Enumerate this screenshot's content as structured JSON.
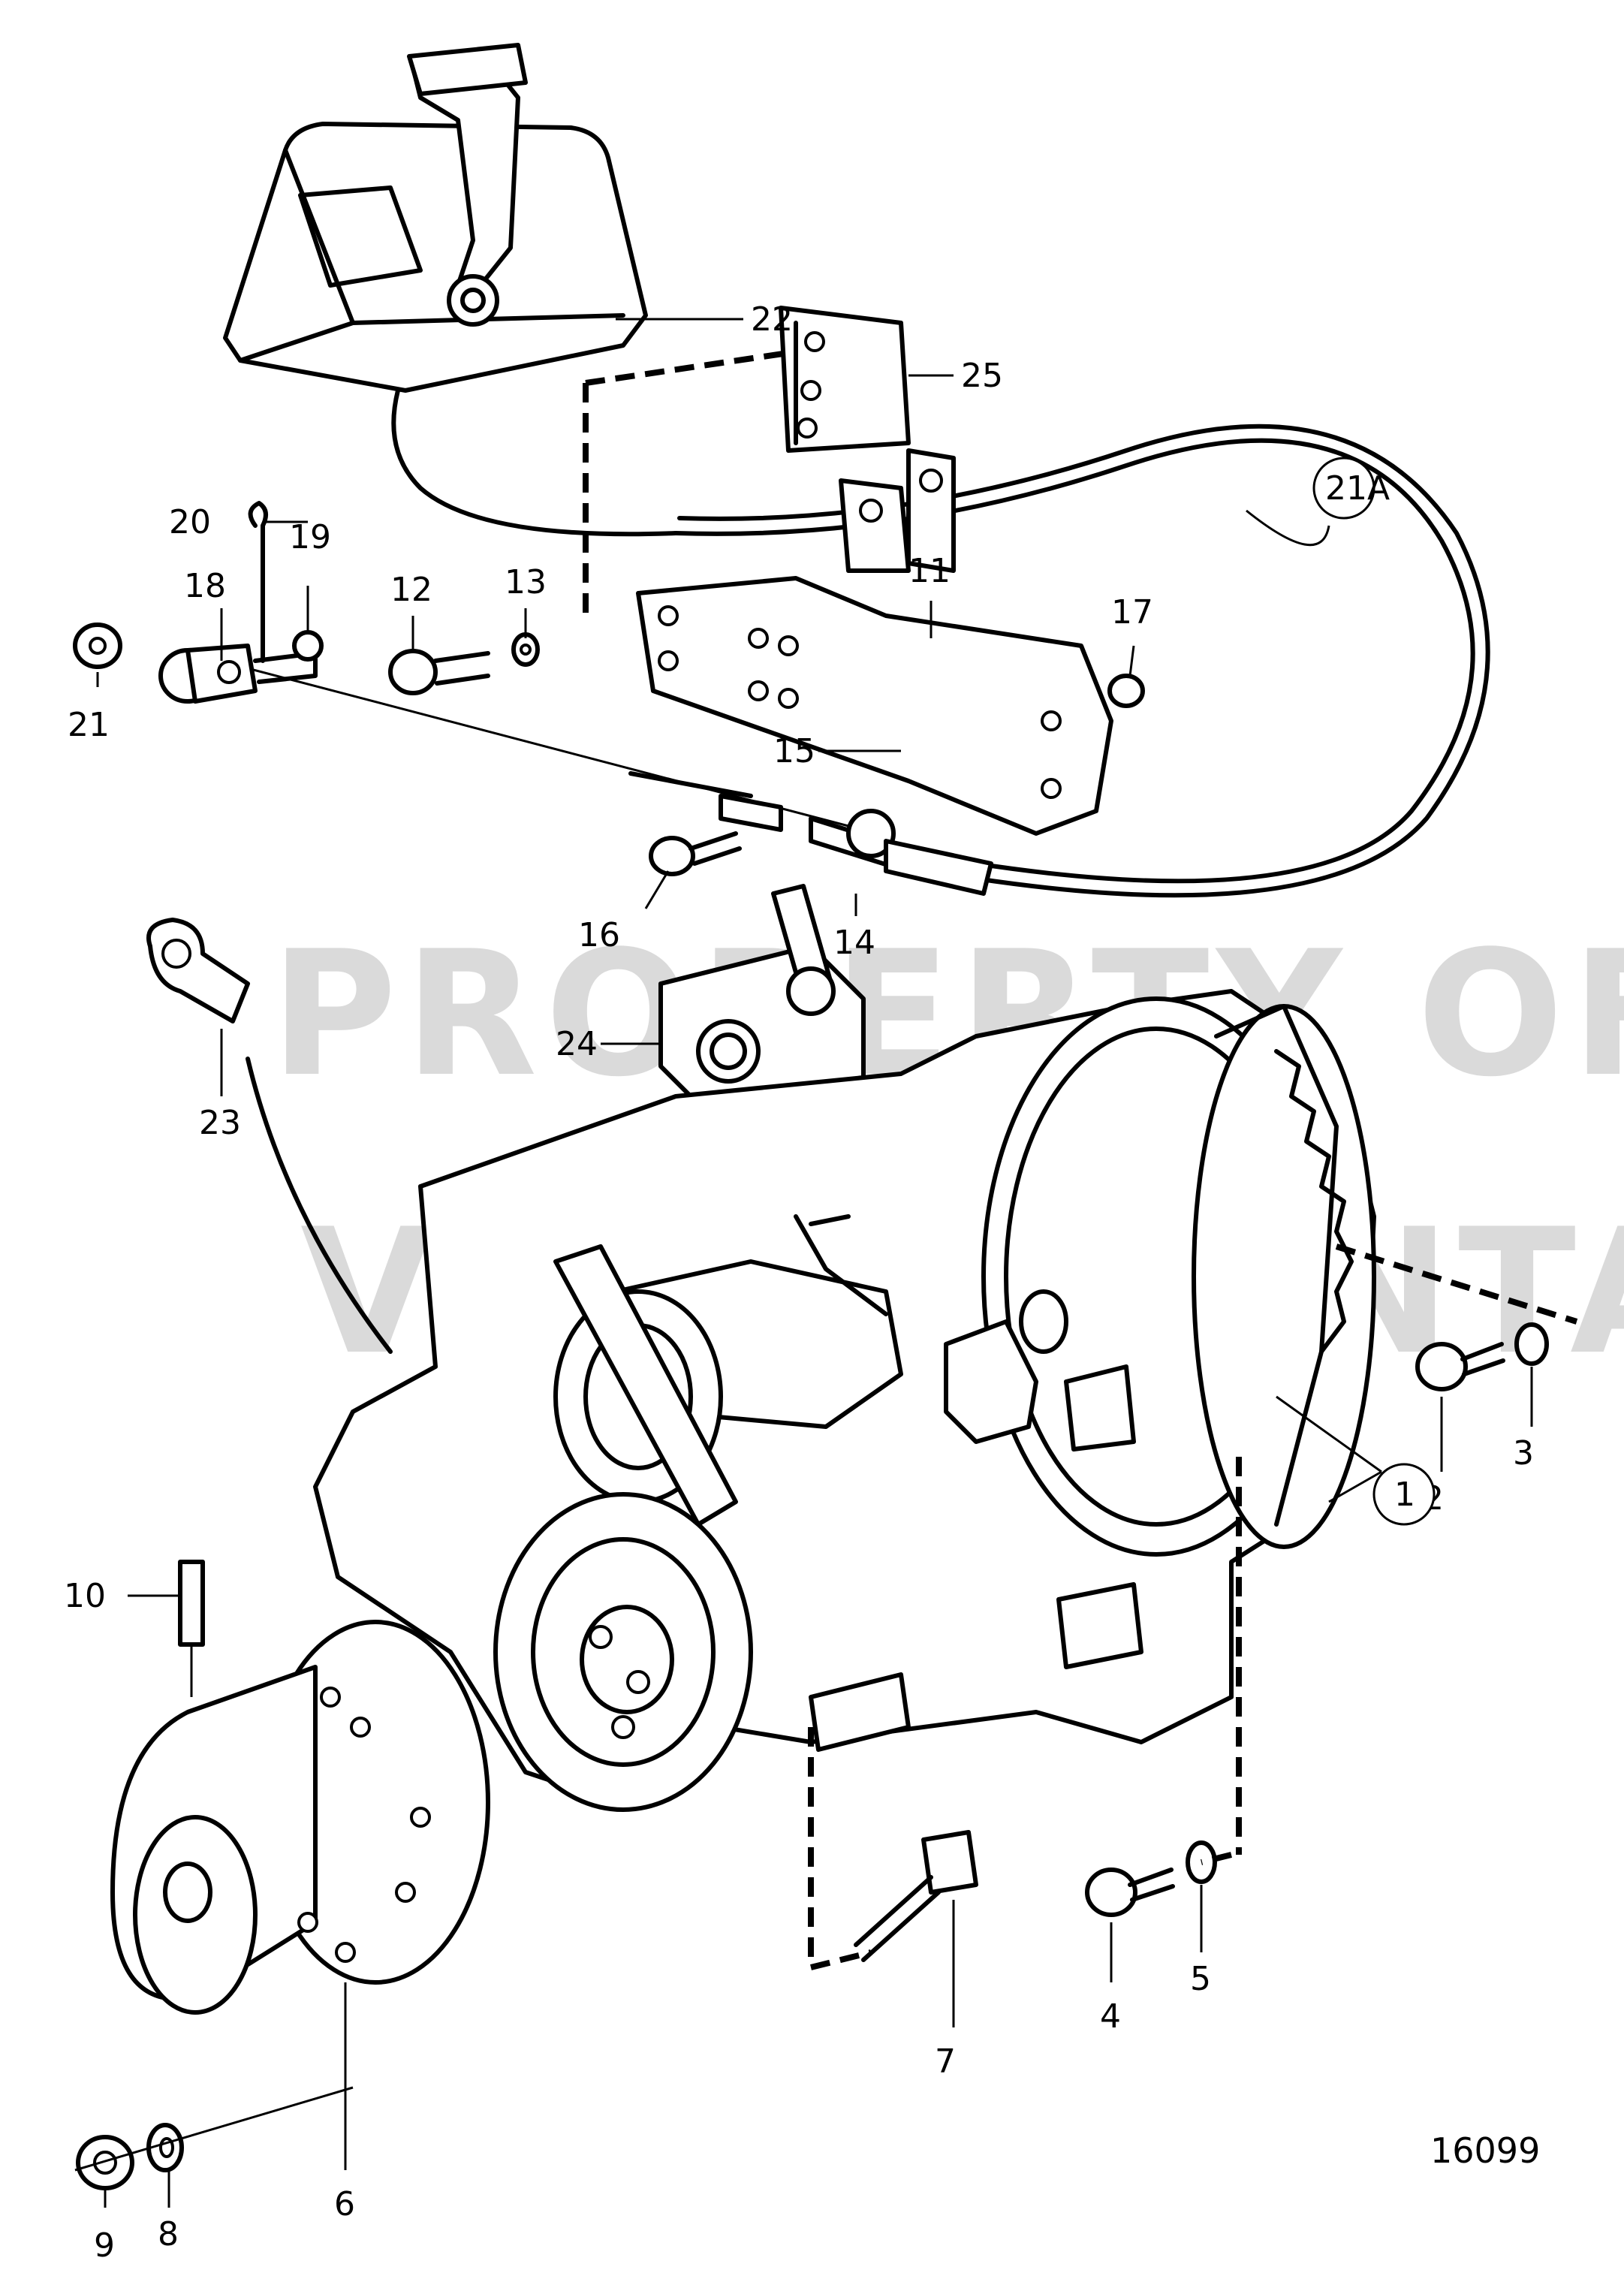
{
  "watermark": {
    "line1": "PROPERTY OF",
    "line2": "VOLVO PENTA"
  },
  "reference_number": "16099",
  "callouts": [
    {
      "id": "c1",
      "label": "1",
      "circled": true
    },
    {
      "id": "c2",
      "label": "2"
    },
    {
      "id": "c3",
      "label": "3"
    },
    {
      "id": "c4",
      "label": "4"
    },
    {
      "id": "c5",
      "label": "5"
    },
    {
      "id": "c6",
      "label": "6"
    },
    {
      "id": "c7",
      "label": "7"
    },
    {
      "id": "c8",
      "label": "8"
    },
    {
      "id": "c9",
      "label": "9"
    },
    {
      "id": "c10",
      "label": "10"
    },
    {
      "id": "c11",
      "label": "11"
    },
    {
      "id": "c12",
      "label": "12"
    },
    {
      "id": "c13",
      "label": "13"
    },
    {
      "id": "c14",
      "label": "14"
    },
    {
      "id": "c15",
      "label": "15"
    },
    {
      "id": "c16",
      "label": "16"
    },
    {
      "id": "c17",
      "label": "17"
    },
    {
      "id": "c18",
      "label": "18"
    },
    {
      "id": "c19",
      "label": "19"
    },
    {
      "id": "c20",
      "label": "20"
    },
    {
      "id": "c21",
      "label": "21",
      "circled": true
    },
    {
      "id": "c21a",
      "label": "21A"
    },
    {
      "id": "c22",
      "label": "22"
    },
    {
      "id": "c23",
      "label": "23"
    },
    {
      "id": "c24",
      "label": "24"
    },
    {
      "id": "c25",
      "label": "25"
    }
  ]
}
